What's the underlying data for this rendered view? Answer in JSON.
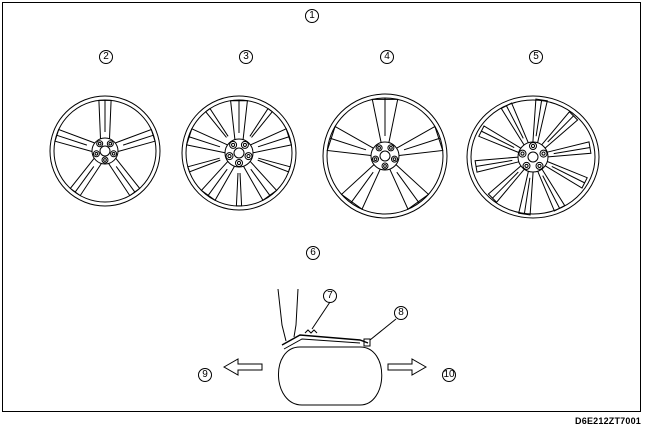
{
  "callouts": {
    "c1": "1",
    "c2": "2",
    "c3": "3",
    "c4": "4",
    "c5": "5",
    "c6": "6",
    "c7": "7",
    "c8": "8",
    "c9": "9",
    "c10": "10"
  },
  "figure_code": "D6E212ZT7001",
  "colors": {
    "line": "#000000",
    "background": "#ffffff"
  },
  "icons": [
    "alloy-wheel-icon",
    "tire-cross-section-icon",
    "arrow-left-icon",
    "arrow-right-icon"
  ]
}
